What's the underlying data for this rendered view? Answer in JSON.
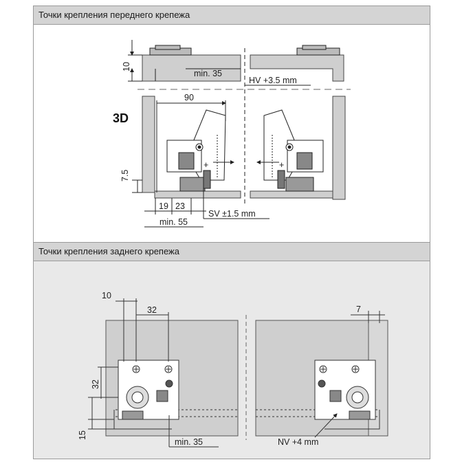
{
  "sections": {
    "front": {
      "title": "Точки крепления переднего крепежа",
      "badge": "3D",
      "dims": {
        "d10": "10",
        "min35": "min. 35",
        "hv": "HV +3.5 mm",
        "d90": "90",
        "d75": "7.5",
        "d19": "19",
        "d23": "23",
        "sv": "SV ±1.5 mm",
        "min55": "min. 55"
      }
    },
    "rear": {
      "title": "Точки крепления заднего крепежа",
      "dims": {
        "d10": "10",
        "d32h": "32",
        "d32v": "32",
        "d15": "15",
        "min35": "min. 35",
        "d7": "7",
        "nv": "NV +4 mm"
      }
    }
  }
}
